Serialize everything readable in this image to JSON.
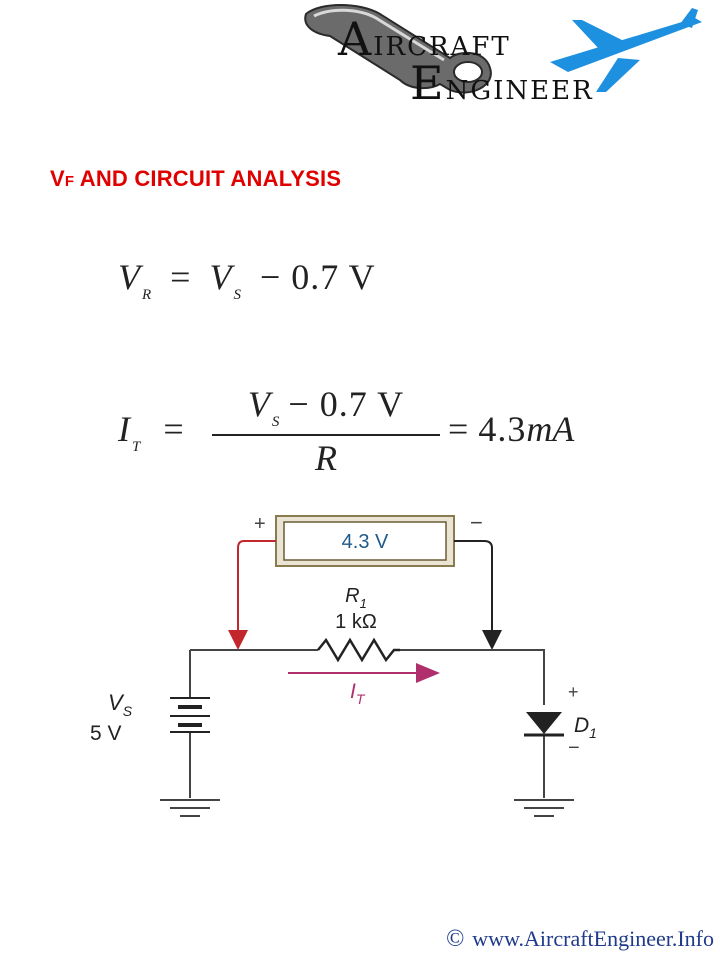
{
  "logo": {
    "line1_initial": "A",
    "line1_rest": "IRCRAFT",
    "line2_initial": "E",
    "line2_rest": "NGINEER"
  },
  "title": {
    "v": "V",
    "f": "F",
    "rest": " AND CIRCUIT ANALYSIS"
  },
  "eq1": {
    "lhs_symbol": "V",
    "lhs_sub": "R",
    "equals": "=",
    "rhs_symbol": "V",
    "rhs_sub": "S",
    "rhs_rest": "− 0.7 V"
  },
  "eq2": {
    "lhs_symbol": "I",
    "lhs_sub": "T",
    "equals": "=",
    "numer_symbol": "V",
    "numer_sub": "S",
    "numer_rest": "− 0.7 V",
    "denom": "R",
    "result_equals": "=",
    "result": "4.3",
    "result_unit": "mA"
  },
  "circuit": {
    "meter_reading": "4.3 V",
    "meter_plus": "+",
    "meter_minus": "−",
    "resistor_name": "R",
    "resistor_sub": "1",
    "resistor_value": "1 kΩ",
    "current_name": "I",
    "current_sub": "T",
    "source_name": "V",
    "source_sub": "S",
    "source_value": "5 V",
    "diode_name": "D",
    "diode_sub": "1",
    "diode_plus": "+",
    "diode_minus": "−"
  },
  "footer": {
    "copyright": "©",
    "url": "www.AircraftEngineer.Info"
  },
  "colors": {
    "title_red": "#e10000",
    "meter_text": "#1e5a8c",
    "meter_fill": "#ffffff",
    "meter_border": "#8a7a50",
    "probe_red": "#c1272d",
    "current_arrow": "#b0306e",
    "plane_blue": "#1e90e0",
    "footer_blue": "#1f3a8a"
  }
}
